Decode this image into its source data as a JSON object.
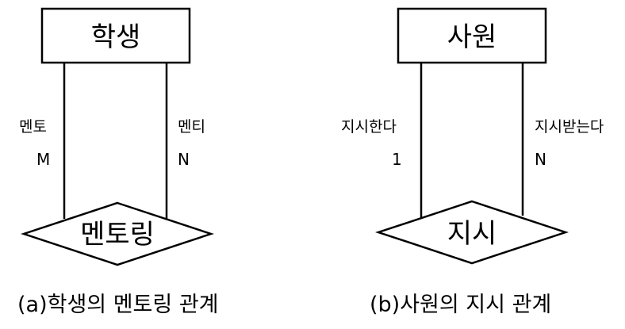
{
  "diagrams": [
    {
      "entity": "학생",
      "relationship": "멘토링",
      "left_role": "멘토",
      "left_cardinality": "M",
      "right_role": "멘티",
      "right_cardinality": "N",
      "caption": "(a)학생의 멘토링 관계"
    },
    {
      "entity": "사원",
      "relationship": "지시",
      "left_role": "지시한다",
      "left_cardinality": "1",
      "right_role": "지시받는다",
      "right_cardinality": "N",
      "caption": "(b)사원의 지시 관계"
    }
  ],
  "colors": {
    "line": "#000000",
    "background": "#ffffff"
  }
}
